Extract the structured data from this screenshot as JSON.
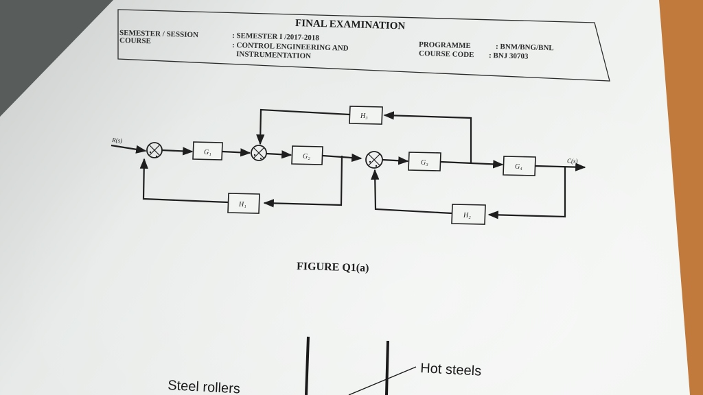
{
  "header": {
    "title": "FINAL EXAMINATION",
    "semester_label": "SEMESTER / SESSION",
    "semester_value": ": SEMESTER I /2017-2018",
    "course_label": "COURSE",
    "course_value_line1": ": CONTROL ENGINEERING AND",
    "course_value_line2": "INSTRUMENTATION",
    "programme_label": "PROGRAMME",
    "programme_value": ": BNM/BNG/BNL",
    "course_code_label": "COURSE CODE",
    "course_code_value": ": BNJ 30703"
  },
  "diagram": {
    "input_label": "R(s)",
    "output_label": "C(s)",
    "blocks": {
      "g1": "G₁",
      "g2": "G₂",
      "g3": "G₃",
      "g4": "G₄",
      "h1": "H₁",
      "h2": "H₂",
      "h3": "H₃"
    }
  },
  "figure_caption": "FIGURE Q1(a)",
  "lower_figure": {
    "left_label": "Steel rollers",
    "right_label": "Hot steels"
  },
  "colors": {
    "paper": "#eef1ee",
    "ink": "#1e1e1e",
    "background": "#6b6f6e"
  }
}
